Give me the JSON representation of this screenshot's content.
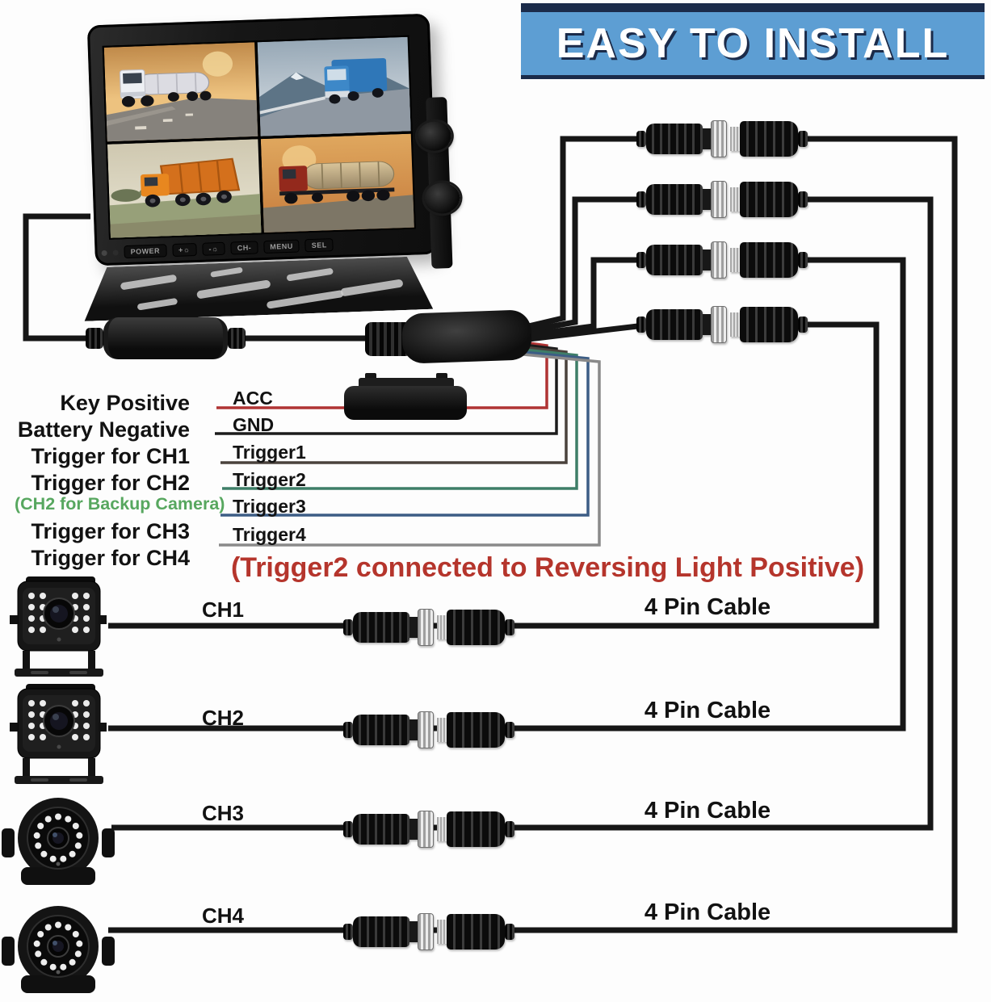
{
  "banner": {
    "text": "EASY TO INSTALL",
    "bg_color": "#5d9ed3",
    "trim_color": "#1b2b4a"
  },
  "monitor": {
    "buttons": [
      "POWER",
      "+☼",
      "-☼",
      "CH-",
      "MENU",
      "SEL"
    ]
  },
  "power_harness": {
    "note_green": "(CH2 for Backup Camera)",
    "note_red": "(Trigger2 connected to Reversing Light Positive)",
    "rows": [
      {
        "label": "Key Positive",
        "wire": "ACC",
        "color": "#b03434"
      },
      {
        "label": "Battery Negative",
        "wire": "GND",
        "color": "#1c1c1c"
      },
      {
        "label": "Trigger for CH1",
        "wire": "Trigger1",
        "color": "#4a423c"
      },
      {
        "label": "Trigger for CH2",
        "wire": "Trigger2",
        "color": "#3e7e68"
      },
      {
        "label": "Trigger for CH3",
        "wire": "Trigger3",
        "color": "#3c5d85"
      },
      {
        "label": "Trigger for CH4",
        "wire": "Trigger4",
        "color": "#8a8a8a"
      }
    ]
  },
  "channels": [
    {
      "label": "CH1",
      "cable_label": "4 Pin Cable",
      "camera_type": "box"
    },
    {
      "label": "CH2",
      "cable_label": "4 Pin Cable",
      "camera_type": "box"
    },
    {
      "label": "CH3",
      "cable_label": "4 Pin Cable",
      "camera_type": "round"
    },
    {
      "label": "CH4",
      "cable_label": "4 Pin Cable",
      "camera_type": "round"
    }
  ]
}
